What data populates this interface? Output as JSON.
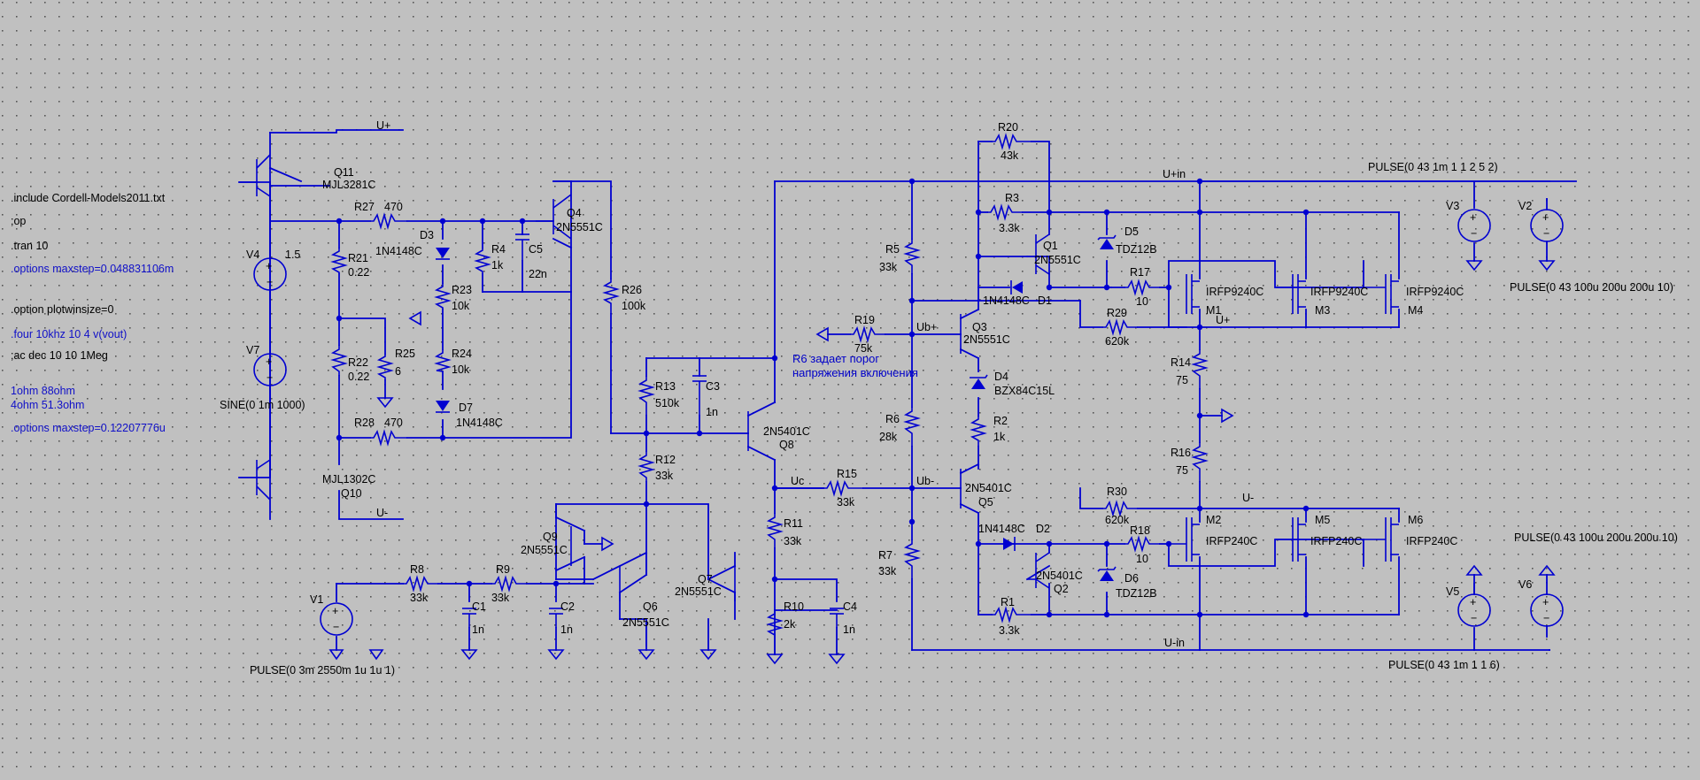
{
  "directives": {
    "include": ".include Cordell-Models2011.txt",
    "op": ";op",
    "tran": ".tran 10",
    "maxstep1": ".options maxstep=0.048831106m",
    "plotwinsize": ".option plotwinsize=0",
    "four": ".four 10khz 10 4 v(vout)",
    "ac": ";ac dec 10 10 1Meg",
    "note1": "1ohm 88ohm",
    "note2": "4ohm 51.3ohm",
    "maxstep2": ".options maxstep=0.12207776u"
  },
  "comment": {
    "line1": "R6 задает порог",
    "line2": "напряжения включения"
  },
  "nets": {
    "u_plus_left": "U+",
    "u_minus_left": "U-",
    "u_plus_in": "U+in",
    "u_minus_in": "U-in",
    "ub_plus": "Ub+",
    "ub_minus": "Ub-",
    "uc": "Uc",
    "u_plus_mid": "U+",
    "u_minus_mid": "U-"
  },
  "sources": {
    "v4": {
      "name": "V4",
      "value": "1.5"
    },
    "v7": {
      "name": "V7",
      "value": "SINE(0 1m 1000)"
    },
    "v1": {
      "name": "V1",
      "value": "PULSE(0 3m 2550m 1u 1u 1)"
    },
    "v3": {
      "name": "V3",
      "value": "PULSE(0 43 1m 1 1 2 5 2)"
    },
    "v2": {
      "name": "V2",
      "value": "PULSE(0 43 100u 200u 200u 10)"
    },
    "v5": {
      "name": "V5",
      "value": "PULSE(0 43 1m 1 1 6)"
    },
    "v6": {
      "name": "V6",
      "value": "PULSE(0 43 100u 200u 200u 10)"
    }
  },
  "transistors": {
    "q11": {
      "name": "Q11",
      "model": "MJL3281C"
    },
    "q10": {
      "name": "Q10",
      "model": "MJL1302C"
    },
    "q4": {
      "name": "Q4",
      "model": "2N5551C"
    },
    "q9": {
      "name": "Q9",
      "model": "2N5551C"
    },
    "q6": {
      "name": "Q6",
      "model": "2N5551C"
    },
    "q7": {
      "name": "Q7",
      "model": "2N5551C"
    },
    "q8": {
      "name": "Q8",
      "model": "2N5401C"
    },
    "q1": {
      "name": "Q1",
      "model": "2N5551C"
    },
    "q3": {
      "name": "Q3",
      "model": "2N5551C"
    },
    "q5": {
      "name": "Q5",
      "model": "2N5401C"
    },
    "q2": {
      "name": "Q2",
      "model": "2N5401C"
    },
    "m1": {
      "name": "M1",
      "model": "IRFP9240C"
    },
    "m3": {
      "name": "M3",
      "model": "IRFP9240C"
    },
    "m4": {
      "name": "M4",
      "model": "IRFP9240C"
    },
    "m2": {
      "name": "M2",
      "model": "IRFP240C"
    },
    "m5": {
      "name": "M5",
      "model": "IRFP240C"
    },
    "m6": {
      "name": "M6",
      "model": "IRFP240C"
    }
  },
  "resistors": {
    "r27": {
      "name": "R27",
      "value": "470"
    },
    "r21": {
      "name": "R21",
      "value": "0.22"
    },
    "r22": {
      "name": "R22",
      "value": "0.22"
    },
    "r25": {
      "name": "R25",
      "value": "6"
    },
    "r28": {
      "name": "R28",
      "value": "470"
    },
    "r4": {
      "name": "R4",
      "value": "1k"
    },
    "r23": {
      "name": "R23",
      "value": "10k"
    },
    "r24": {
      "name": "R24",
      "value": "10k"
    },
    "r26": {
      "name": "R26",
      "value": "100k"
    },
    "r13": {
      "name": "R13",
      "value": "510k"
    },
    "r12": {
      "name": "R12",
      "value": "33k"
    },
    "r8": {
      "name": "R8",
      "value": "33k"
    },
    "r9": {
      "name": "R9",
      "value": "33k"
    },
    "r11": {
      "name": "R11",
      "value": "33k"
    },
    "r10": {
      "name": "R10",
      "value": "2k"
    },
    "r15": {
      "name": "R15",
      "value": "33k"
    },
    "r5": {
      "name": "R5",
      "value": "33k"
    },
    "r6": {
      "name": "R6",
      "value": "28k"
    },
    "r7": {
      "name": "R7",
      "value": "33k"
    },
    "r19": {
      "name": "R19",
      "value": "75k"
    },
    "r20": {
      "name": "R20",
      "value": "43k"
    },
    "r3": {
      "name": "R3",
      "value": "3.3k"
    },
    "r2": {
      "name": "R2",
      "value": "1k"
    },
    "r1": {
      "name": "R1",
      "value": "3.3k"
    },
    "r17": {
      "name": "R17",
      "value": "10"
    },
    "r18": {
      "name": "R18",
      "value": "10"
    },
    "r29": {
      "name": "R29",
      "value": "620k"
    },
    "r30": {
      "name": "R30",
      "value": "620k"
    },
    "r14": {
      "name": "R14",
      "value": "75"
    },
    "r16": {
      "name": "R16",
      "value": "75"
    }
  },
  "capacitors": {
    "c5": {
      "name": "C5",
      "value": "22n"
    },
    "c3": {
      "name": "C3",
      "value": "1n"
    },
    "c1": {
      "name": "C1",
      "value": "1n"
    },
    "c2": {
      "name": "C2",
      "value": "1n"
    },
    "c4": {
      "name": "C4",
      "value": "1n"
    }
  },
  "diodes": {
    "d3": {
      "name": "D3",
      "model": "1N4148C"
    },
    "d7": {
      "name": "D7",
      "model": "1N4148C"
    },
    "d1": {
      "name": "D1",
      "model": "1N4148C"
    },
    "d2": {
      "name": "D2",
      "model": "1N4148C"
    },
    "d4": {
      "name": "D4",
      "model": "BZX84C15L"
    },
    "d5": {
      "name": "D5",
      "model": "TDZ12B"
    },
    "d6": {
      "name": "D6",
      "model": "TDZ12B"
    }
  }
}
